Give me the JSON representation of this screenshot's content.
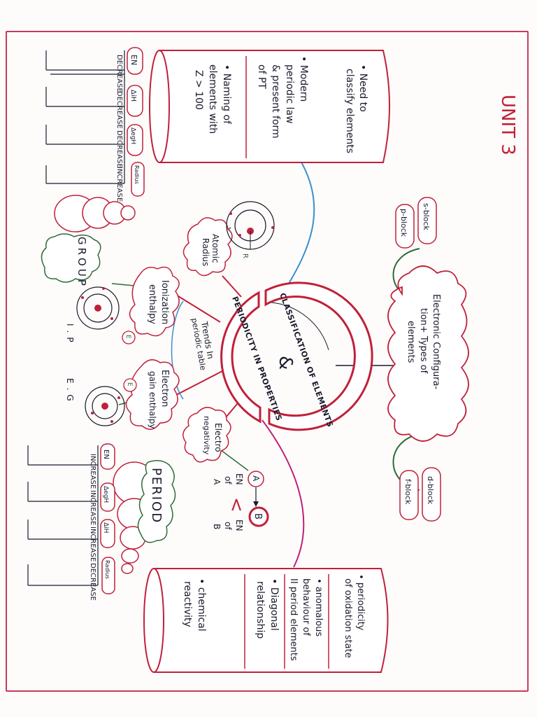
{
  "unit_title": "UNIT 3",
  "center": {
    "top_label": "CLASSIFICATION OF ELEMENTS",
    "amp": "&",
    "bottom_label": "PERIODICITY IN PROPERTIES"
  },
  "top_left_cylinder": {
    "items": [
      "• Need to",
      "classify elements",
      "• Modern",
      "periodic law",
      "& present form",
      "of PT",
      "• Naming of",
      "elements with",
      "Z > 100"
    ]
  },
  "bottom_right_cylinder": {
    "items": [
      "• periodicity",
      "of oxidation state",
      "• anomalous",
      "behaviour of",
      "II period elements",
      "• Diagonal",
      "relationship",
      "• chemical",
      "reactivity"
    ]
  },
  "electronic_config": {
    "label_lines": [
      "Electronic Configura-",
      "tion+ Types of",
      "elements"
    ],
    "s_block": "s-block",
    "p_block": "p-block",
    "d_block": "d-block",
    "f_block": "f-block"
  },
  "trends": {
    "label_lines": [
      "Trends In",
      "periodic table"
    ],
    "atomic_radius": [
      "Atomic",
      "Radius"
    ],
    "ionization": [
      "Ionization",
      "enthalpy"
    ],
    "electron_gain": [
      "Electron",
      "gain enthalpy"
    ],
    "electronegativity": [
      "Electro",
      "negativity"
    ],
    "ip_letters": "I.P",
    "eg_letters": "E.G",
    "r_letter": "R",
    "e_letter": "E"
  },
  "group": {
    "label": "GROUP",
    "columns": [
      {
        "header": "EN",
        "value": "DECREASE"
      },
      {
        "header": "ΔiH",
        "value": "DECREASE"
      },
      {
        "header": "ΔegH",
        "value": "DECREASE"
      },
      {
        "header": "Radius",
        "value": "INCREASE"
      }
    ]
  },
  "period": {
    "label": "PERIOD",
    "columns": [
      {
        "header": "EN",
        "value": "INCREASE"
      },
      {
        "header": "ΔegH",
        "value": "INCREASE"
      },
      {
        "header": "ΔiH",
        "value": "INCREASE"
      },
      {
        "header": "Radius",
        "value": "DECREASE"
      }
    ]
  },
  "en_example": {
    "a": "A",
    "b": "B",
    "line1": "EN",
    "line2": "of",
    "line3": "A",
    "lt": "<",
    "line4": "EN",
    "line5": "of",
    "line6": "B"
  },
  "colors": {
    "ink": "#1a1a2e",
    "red": "#c0203a",
    "green": "#2f6b3a",
    "blue": "#3a8fd0",
    "magenta": "#c0207a"
  }
}
